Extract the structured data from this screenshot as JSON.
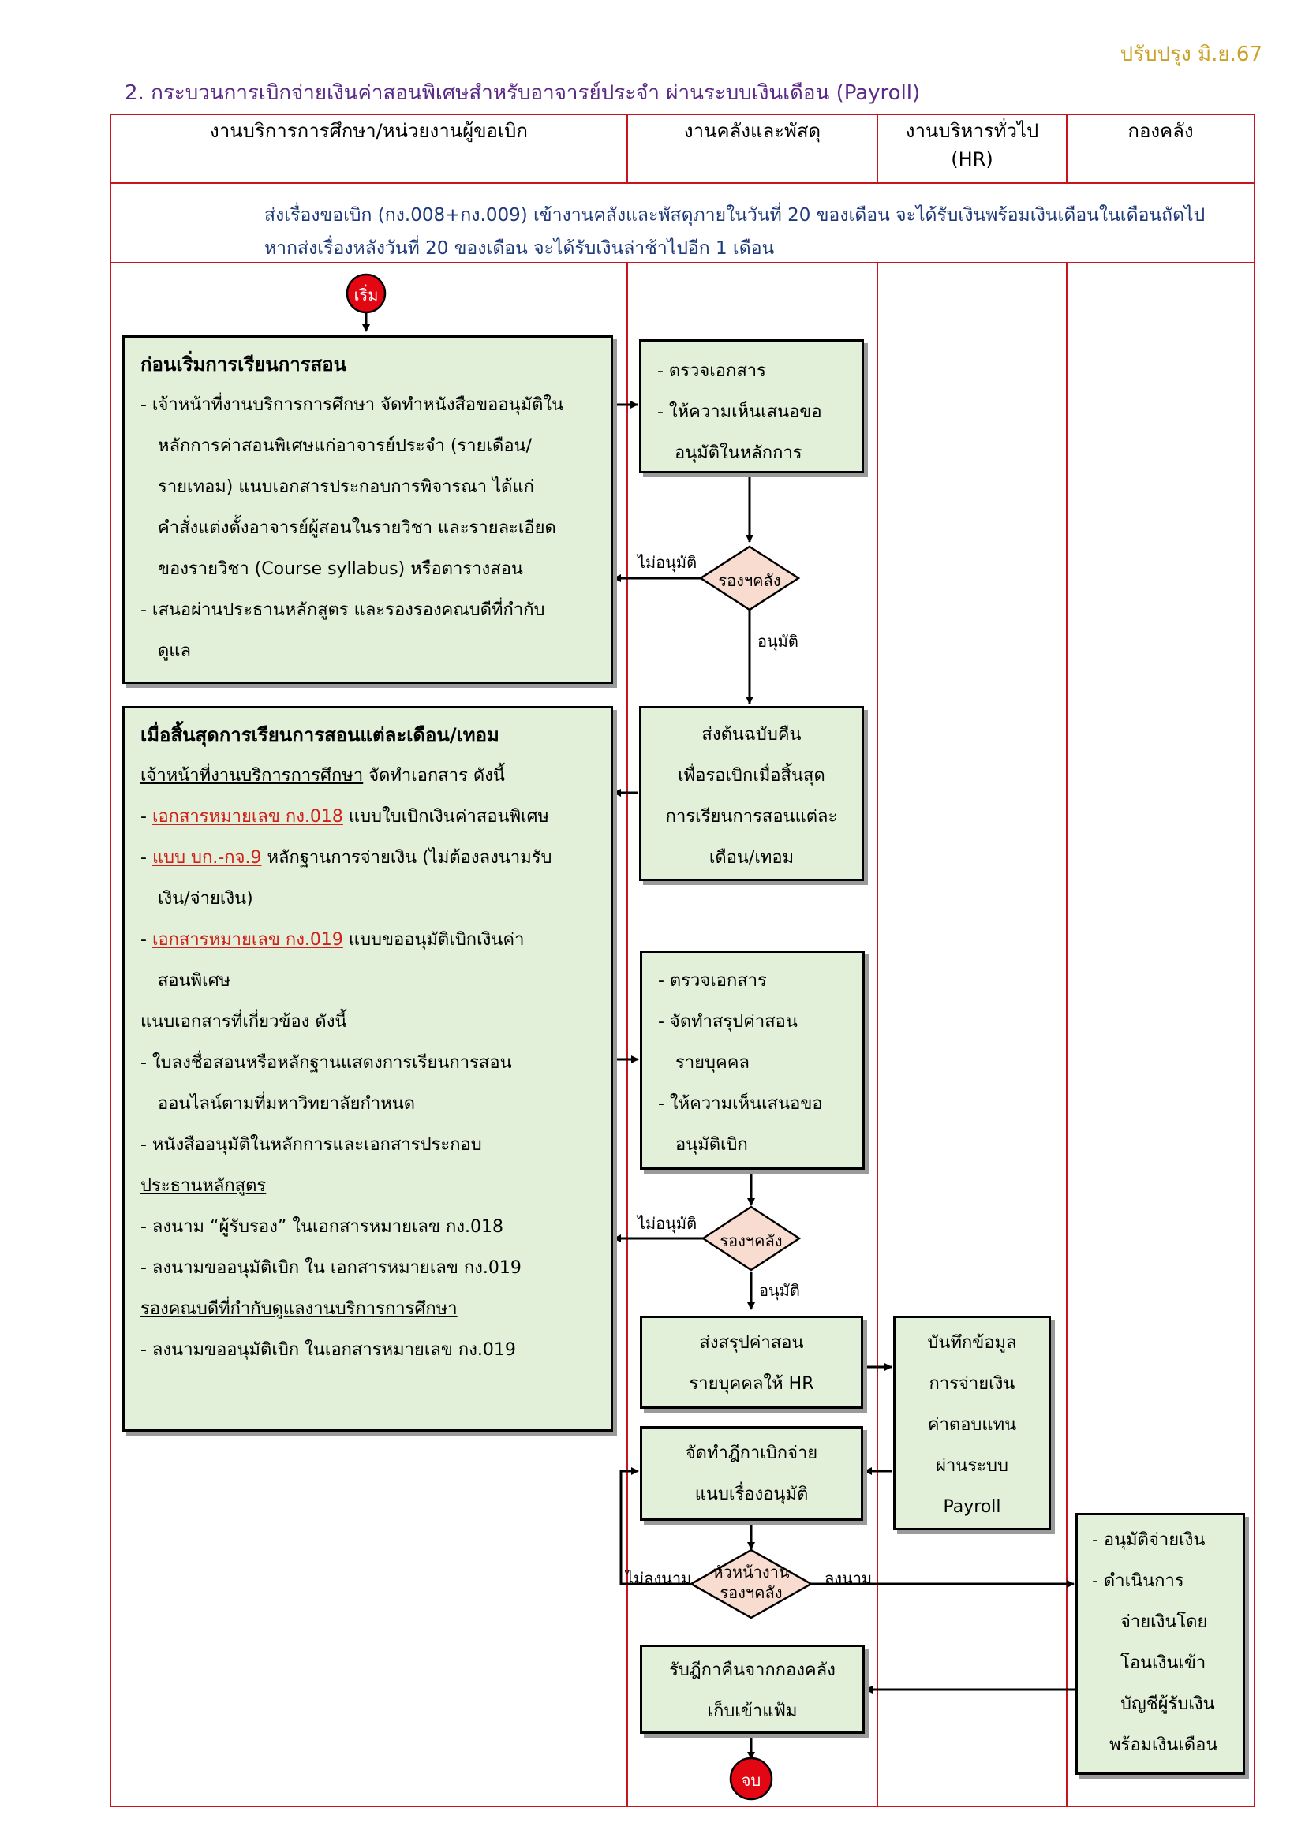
{
  "revision": "ปรับปรุง มิ.ย.67",
  "title": "2.  กระบวนการเบิกจ่ายเงินค่าสอนพิเศษสำหรับอาจารย์ประจำ ผ่านระบบเงินเดือน (Payroll)",
  "lanes": {
    "lane1": "งานบริการการศึกษา/หน่วยงานผู้ขอเบิก",
    "lane2": "งานคลังและพัสดุ",
    "lane3_line1": "งานบริหารทั่วไป",
    "lane3_line2": "(HR)",
    "lane4": "กองคลัง"
  },
  "note": {
    "line1": "ส่งเรื่องขอเบิก (กง.008+กง.009) เข้างานคลังและพัสดุภายในวันที่ 20 ของเดือน จะได้รับเงินพร้อมเงินเดือนในเดือนถัดไป",
    "line2": "หากส่งเรื่องหลังวันที่ 20 ของเดือน จะได้รับเงินล่าช้าไปอีก 1 เดือน"
  },
  "start_label": "เริ่ม",
  "end_label": "จบ",
  "box_before": {
    "heading": "ก่อนเริ่มการเรียนการสอน",
    "l1": "- เจ้าหน้าที่งานบริการการศึกษา จัดทำหนังสือขออนุมัติใน",
    "l2": "หลักการค่าสอนพิเศษแก่อาจารย์ประจำ (รายเดือน/",
    "l3": "รายเทอม) แนบเอกสารประกอบการพิจารณา ได้แก่",
    "l4": "คำสั่งแต่งตั้งอาจารย์ผู้สอนในรายวิชา และรายละเอียด",
    "l5": "ของรายวิชา (Course syllabus) หรือตารางสอน",
    "l6": "- เสนอผ่านประธานหลักสูตร และรองรองคณบดีที่กำกับ",
    "l7": "ดูแล"
  },
  "box_check1": {
    "l1": "- ตรวจเอกสาร",
    "l2": "- ให้ความเห็นเสนอขอ",
    "l3": "อนุมัติในหลักการ"
  },
  "diamond1": "รองฯคลัง",
  "reject1": "ไม่อนุมัติ",
  "approve1": "อนุมัติ",
  "box_return": {
    "l1": "ส่งต้นฉบับคืน",
    "l2": "เพื่อรอเบิกเมื่อสิ้นสุด",
    "l3": "การเรียนการสอนแต่ละ",
    "l4": "เดือน/เทอม"
  },
  "box_after": {
    "heading": "เมื่อสิ้นสุดการเรียนการสอนแต่ละเดือน/เทอม",
    "staff_u": "เจ้าหน้าที่งานบริการการศึกษา",
    "staff_rest": " จัดทำเอกสาร ดังนี้",
    "doc1_link": "เอกสารหมายเลข กง.018",
    "doc1_rest": " แบบใบเบิกเงินค่าสอนพิเศษ",
    "doc2_link": "แบบ บก.-กจ.9",
    "doc2_rest": " หลักฐานการจ่ายเงิน (ไม่ต้องลงนามรับ",
    "doc2_cont": "เงิน/จ่ายเงิน)",
    "doc3_link": "เอกสารหมายเลข กง.019",
    "doc3_rest": " แบบขออนุมัติเบิกเงินค่า",
    "doc3_cont": "สอนพิเศษ",
    "attach": "แนบเอกสารที่เกี่ยวข้อง ดังนี้",
    "att1": "- ใบลงชื่อสอนหรือหลักฐานแสดงการเรียนการสอน",
    "att1_cont": "ออนไลน์ตามที่มหาวิทยาลัยกำหนด",
    "att2": "- หนังสืออนุมัติในหลักการและเอกสารประกอบ",
    "chair_u": "ประธานหลักสูตร",
    "chair1": "- ลงนาม “ผู้รับรอง” ในเอกสารหมายเลข กง.018",
    "chair2": "- ลงนามขออนุมัติเบิก ใน เอกสารหมายเลข กง.019",
    "dean_u": "รองคณบดีที่กำกับดูแลงานบริการการศึกษา",
    "dean1": "- ลงนามขออนุมัติเบิก ในเอกสารหมายเลข กง.019"
  },
  "box_check2": {
    "l1": "- ตรวจเอกสาร",
    "l2": "- จัดทำสรุปค่าสอน",
    "l3": "รายบุคคล",
    "l4": "- ให้ความเห็นเสนอขอ",
    "l5": "อนุมัติเบิก"
  },
  "diamond2": "รองฯคลัง",
  "reject2": "ไม่อนุมัติ",
  "approve2": "อนุมัติ",
  "box_send_hr": {
    "l1": "ส่งสรุปค่าสอน",
    "l2": "รายบุคคลให้ HR"
  },
  "box_hr": {
    "l1": "บันทึกข้อมูล",
    "l2": "การจ่ายเงิน",
    "l3": "ค่าตอบแทน",
    "l4": "ผ่านระบบ",
    "l5": "Payroll"
  },
  "box_voucher": {
    "l1": "จัดทำฎีกาเบิกจ่าย",
    "l2": "แนบเรื่องอนุมัติ"
  },
  "diamond3_l1": "หัวหน้างาน",
  "diamond3_l2": "รองฯคลัง",
  "not_signed": "ไม่ลงนาม",
  "signed": "ลงนาม",
  "box_finance": {
    "l1": "- อนุมัติจ่ายเงิน",
    "l2": "- ดำเนินการ",
    "l3": "จ่ายเงินโดย",
    "l4": "โอนเงินเข้า",
    "l5": "บัญชีผู้รับเงิน",
    "l6": "พร้อมเงินเดือน"
  },
  "box_receive": {
    "l1": "รับฎีกาคืนจากกองคลัง",
    "l2": "เก็บเข้าแฟ้ม"
  },
  "colors": {
    "grid": "#c8141e",
    "box_fill": "#e2efd9",
    "diamond_fill": "#f9dcd0",
    "terminal": "#e30613"
  }
}
